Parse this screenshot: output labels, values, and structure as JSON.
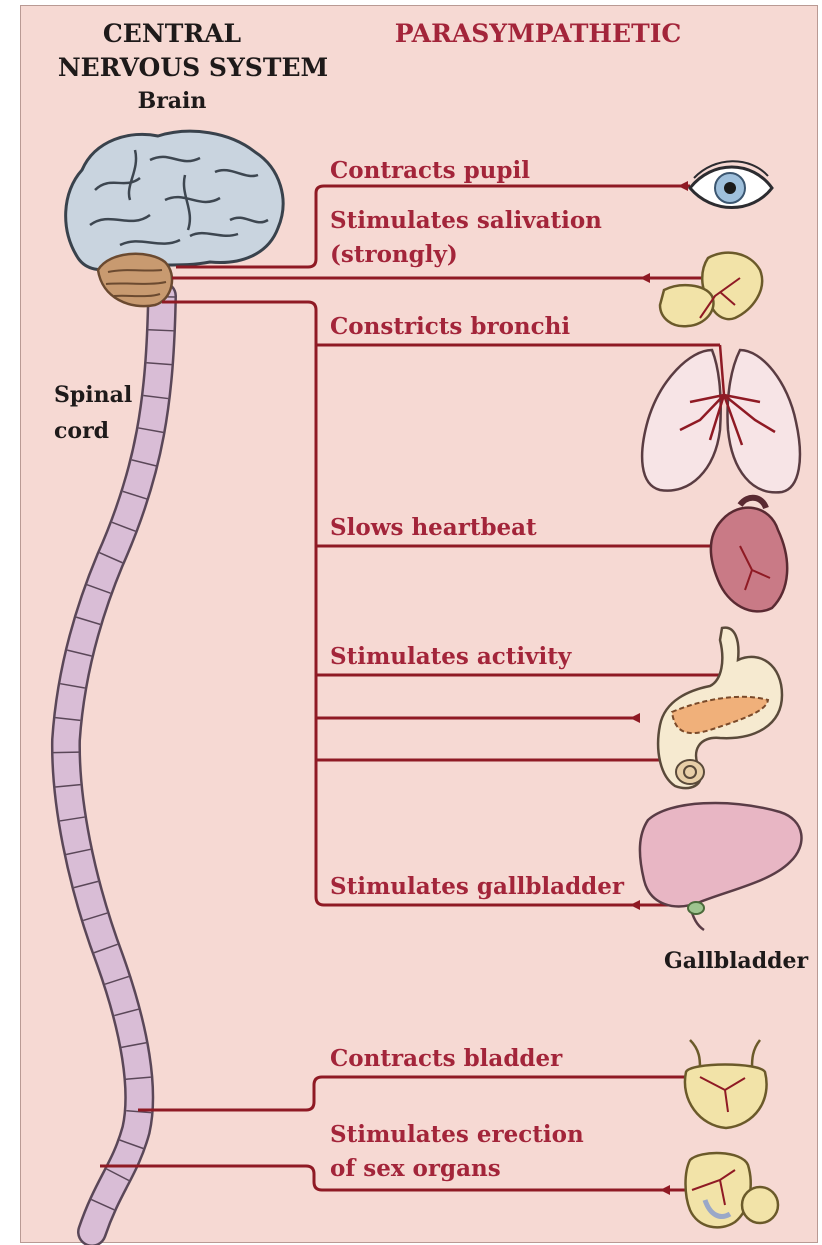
{
  "headers": {
    "cns_line1": "CENTRAL",
    "cns_line2": "NERVOUS SYSTEM",
    "brain": "Brain",
    "parasympathetic": "PARASYMPATHETIC"
  },
  "spinal_cord": {
    "line1": "Spinal",
    "line2": "cord"
  },
  "effects": {
    "pupil": "Contracts pupil",
    "salivation_line1": "Stimulates salivation",
    "salivation_line2": "(strongly)",
    "bronchi": "Constricts bronchi",
    "heartbeat": "Slows heartbeat",
    "activity": "Stimulates activity",
    "gallbladder": "Stimulates gallbladder",
    "bladder": "Contracts bladder",
    "erection_line1": "Stimulates erection",
    "erection_line2": "of sex organs"
  },
  "organ_labels": {
    "gallbladder": "Gallbladder"
  },
  "colors": {
    "background": "#f6d9d3",
    "nerve": "#8f1a24",
    "label_red": "#a3253a",
    "spinal_cord": "#d9bdd6",
    "brain": "#c9d4df"
  }
}
